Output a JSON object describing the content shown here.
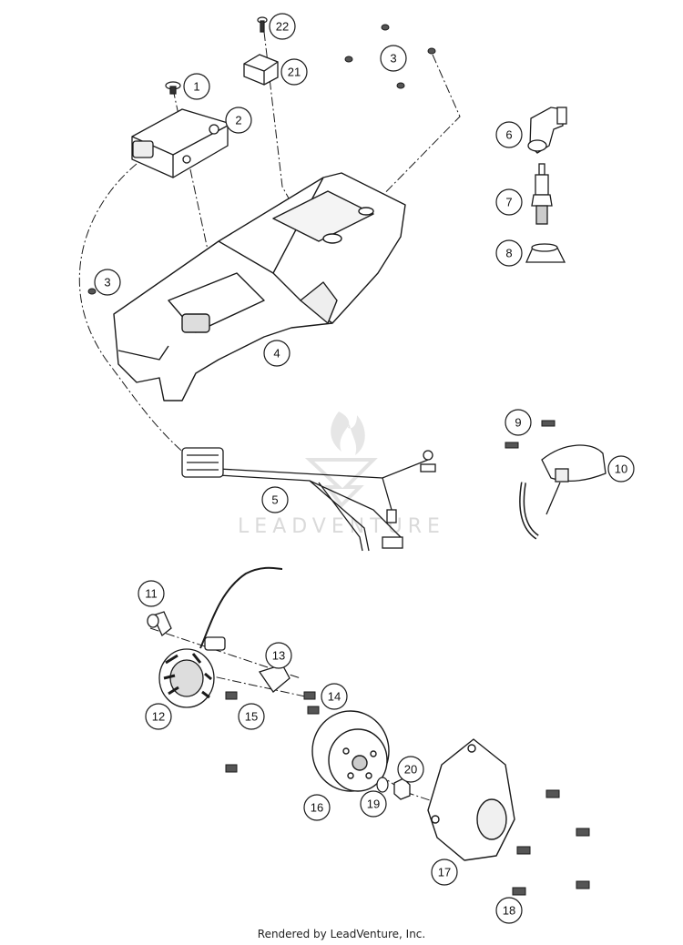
{
  "watermark": {
    "brand": "LEADVENTURE"
  },
  "footer": {
    "text": "Rendered by LeadVenture, Inc."
  },
  "callouts": [
    "1",
    "2",
    "3",
    "3",
    "4",
    "5",
    "6",
    "7",
    "8",
    "9",
    "10",
    "11",
    "12",
    "13",
    "14",
    "15",
    "16",
    "17",
    "18",
    "19",
    "20",
    "21",
    "22"
  ],
  "colors": {
    "line": "#1a1a1a",
    "fill": "#ffffff",
    "watermark": "#d7d7d7"
  }
}
